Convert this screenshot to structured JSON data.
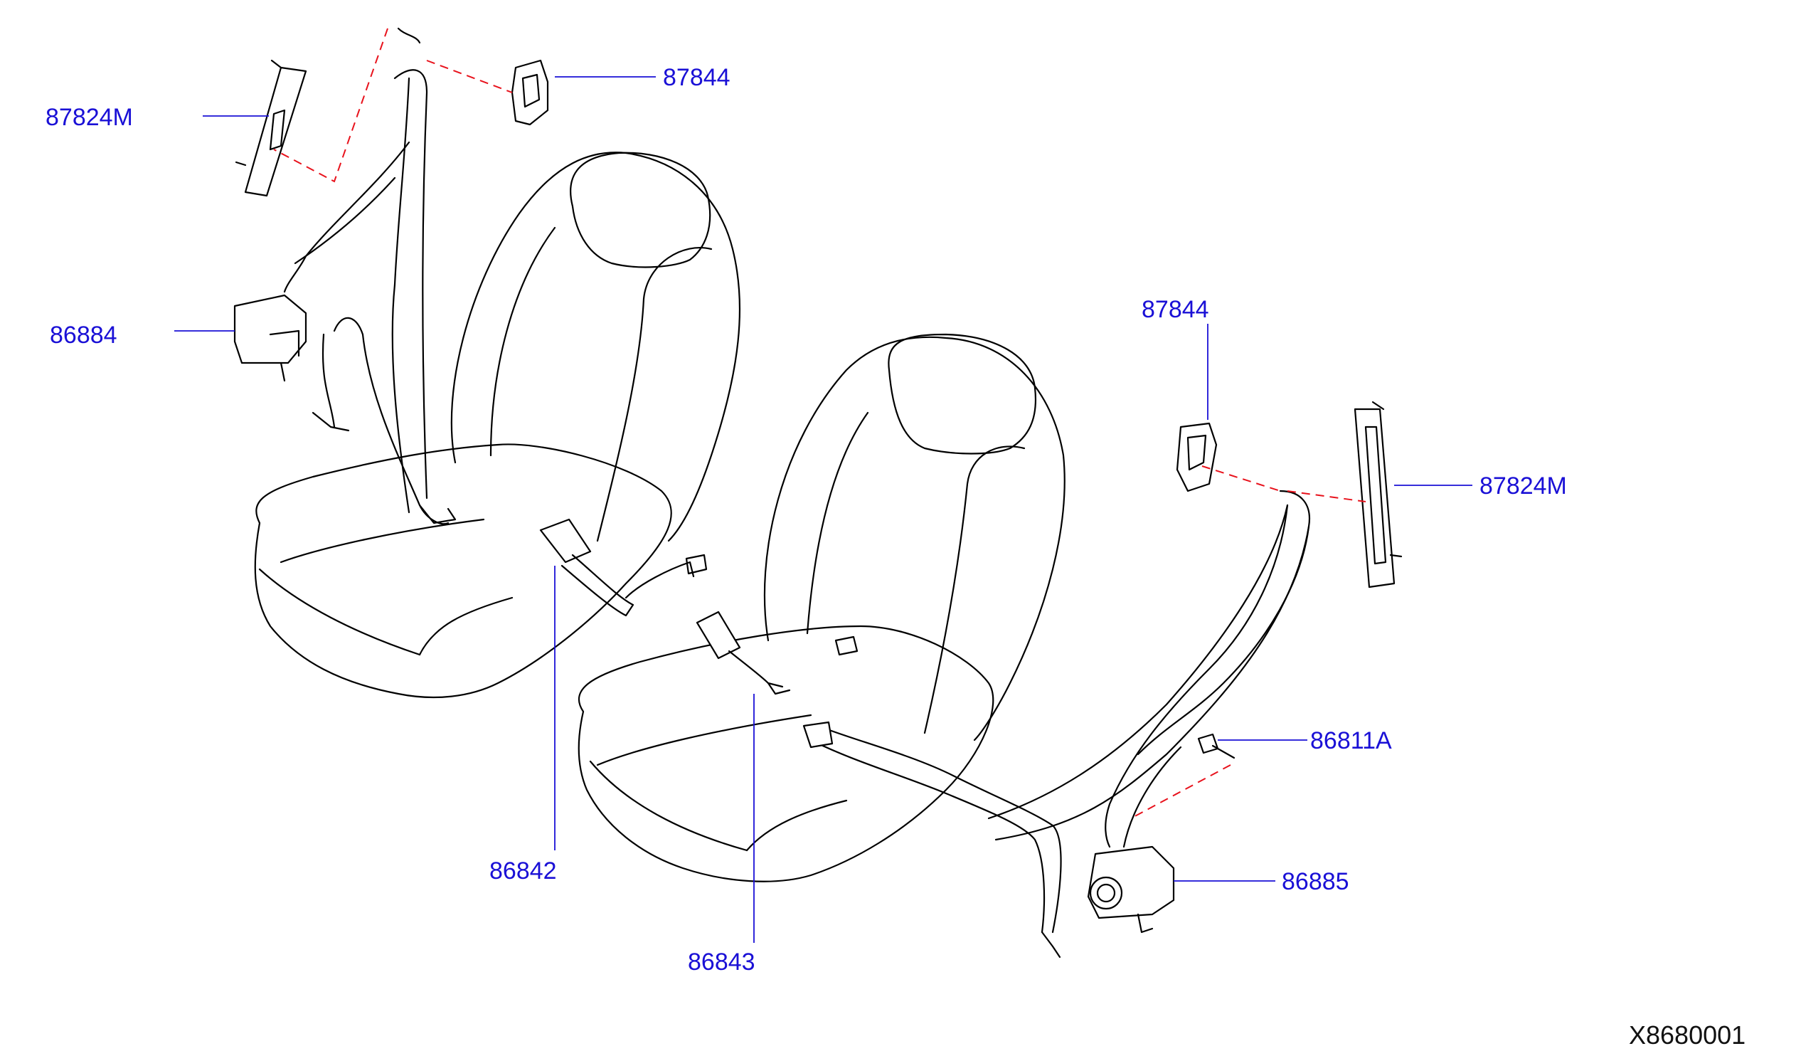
{
  "parts": {
    "p87824m_top": "87824M",
    "p87844_top": "87844",
    "p86884": "86884",
    "p86842": "86842",
    "p86843": "86843",
    "p87844_right": "87844",
    "p87824m_right": "87824M",
    "p86811a": "86811A",
    "p86885": "86885"
  },
  "figure_id": "X8680001",
  "colors": {
    "label": "#1a10d6",
    "leader": "#1a10d6",
    "phantom_line": "#e8121c",
    "outline": "#000000"
  }
}
